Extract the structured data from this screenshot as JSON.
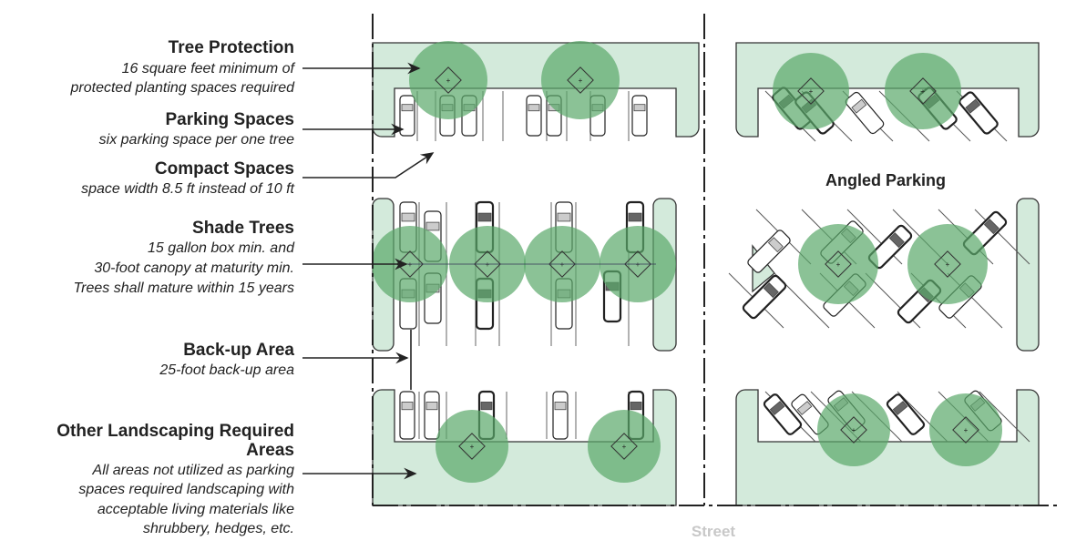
{
  "labels": {
    "tree_protection": {
      "title": "Tree Protection",
      "lines": [
        "16 square feet minimum of",
        "protected planting spaces required"
      ]
    },
    "parking_spaces": {
      "title": "Parking Spaces",
      "lines": [
        "six parking space per one tree"
      ]
    },
    "compact_spaces": {
      "title": "Compact Spaces",
      "lines": [
        "space width 8.5 ft instead of 10 ft"
      ]
    },
    "shade_trees": {
      "title": "Shade Trees",
      "lines": [
        "15 gallon box min. and",
        "30-foot canopy at maturity min.",
        "Trees shall mature within 15 years"
      ]
    },
    "backup_area": {
      "title": "Back-up Area",
      "lines": [
        "25-foot back-up area"
      ]
    },
    "other_landscaping": {
      "title_lines": [
        "Other Landscaping Required",
        "Areas"
      ],
      "lines": [
        "All areas not utilized as parking",
        "spaces required landscaping with",
        "acceptable living materials like",
        "shrubbery, hedges, etc."
      ]
    }
  },
  "angled_label": "Angled Parking",
  "street_label": "Street",
  "colors": {
    "landscape": "#d3eadb",
    "tree": "#5aa86a",
    "line": "#222222",
    "street": "#c8c8c8"
  }
}
